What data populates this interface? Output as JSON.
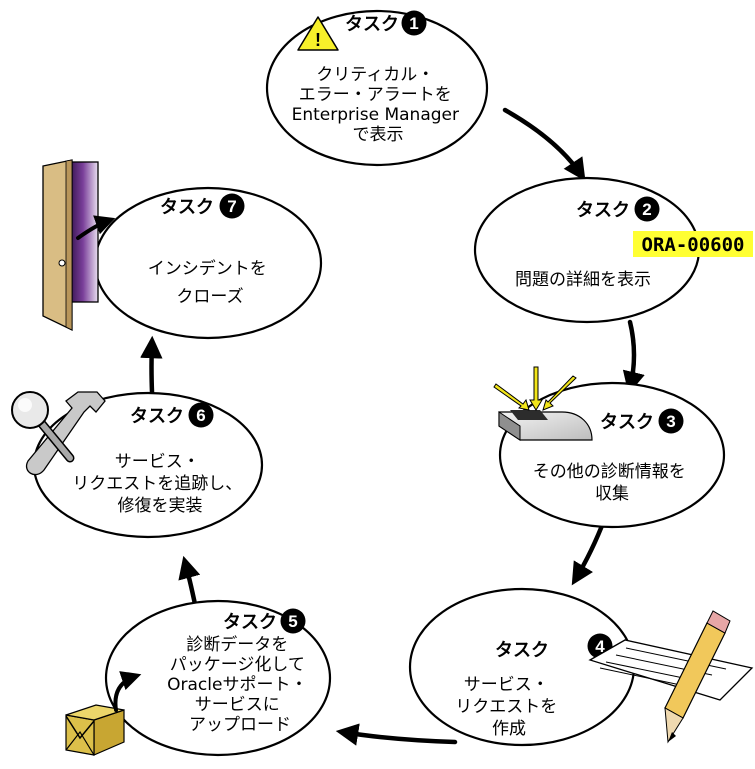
{
  "tasks": [
    {
      "id": 1,
      "title": "タスク",
      "number": "1",
      "lines": [
        "クリティカル・",
        "エラー・アラートを",
        "Enterprise Manager",
        "で表示"
      ]
    },
    {
      "id": 2,
      "title": "タスク",
      "number": "2",
      "lines": [
        "問題の詳細を表示"
      ]
    },
    {
      "id": 3,
      "title": "タスク",
      "number": "3",
      "lines": [
        "その他の診断情報を",
        "収集"
      ]
    },
    {
      "id": 4,
      "title": "タスク",
      "number": "4",
      "lines": [
        "サービス・",
        "リクエストを",
        "作成"
      ]
    },
    {
      "id": 5,
      "title": "タスク",
      "number": "5",
      "lines": [
        "診断データを",
        "パッケージ化して",
        "Oracleサポート・",
        "サービスに",
        "アップロード"
      ]
    },
    {
      "id": 6,
      "title": "タスク",
      "number": "6",
      "lines": [
        "サービス・",
        "リクエストを追跡し、",
        "修復を実装"
      ]
    },
    {
      "id": 7,
      "title": "タスク",
      "number": "7",
      "lines": [
        "インシデントを",
        "クローズ"
      ]
    }
  ],
  "error_code": "ORA-00600",
  "warning_symbol": "!",
  "icons": {
    "task1": "warning-triangle-icon",
    "task2": "error-code-label",
    "task3": "gather-diagnostics-icon",
    "task4": "document-pencil-icon",
    "task5": "upload-package-icon",
    "task6": "magnifier-wrench-icon",
    "task7": "closing-door-icon"
  },
  "colors": {
    "warning_fill": "#f7f02a",
    "error_code_bg": "#ffff33",
    "package": "#d8b93e",
    "door": "#d9bd84",
    "door_shadow": "#7a3f9a",
    "arrow_yellow": "#f2e51a"
  }
}
